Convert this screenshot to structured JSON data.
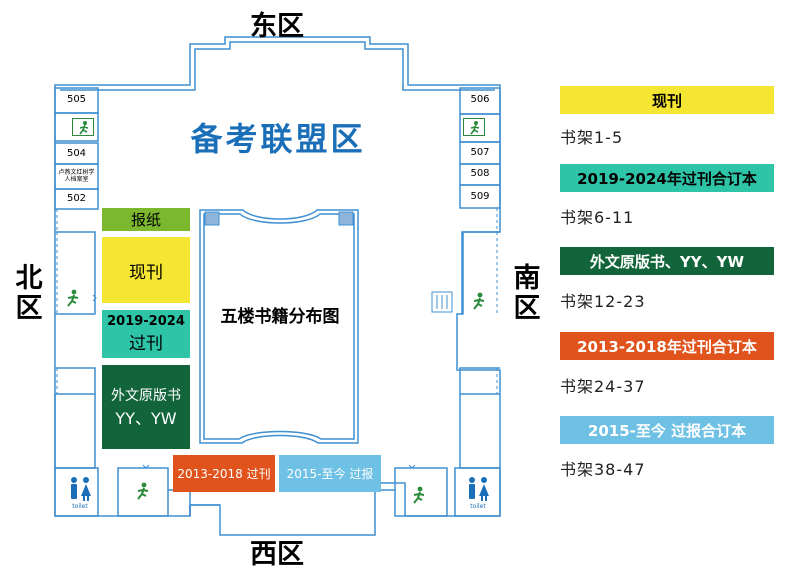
{
  "directions": {
    "east": "东区",
    "west": "西区",
    "north_chars": [
      "北",
      "区"
    ],
    "south_chars": [
      "南",
      "区"
    ]
  },
  "rooms": {
    "r505": "505",
    "r504": "504",
    "r502": "502",
    "r506": "506",
    "r507": "507",
    "r508": "508",
    "r509": "509",
    "archive": "卢燕文红树学人档案室"
  },
  "main_title": "备考联盟区",
  "center_title": "五楼书籍分布图",
  "zones": {
    "newspaper": "报纸",
    "current": "现刊",
    "past_years": "2019-2024",
    "past_label": "过刊",
    "foreign_line1": "外文原版书",
    "foreign_line2": "YY、YW",
    "past_2013": "2013-2018 过刊",
    "news_2015": "2015-至今 过报"
  },
  "toilet_label": "toilet",
  "legend": [
    {
      "label": "现刊",
      "shelves": "书架1-5",
      "color": "#f5e633",
      "text_color": "#000000"
    },
    {
      "label": "2019-2024年过刊合订本",
      "shelves": "书架6-11",
      "color": "#2ec4a8",
      "text_color": "#000000"
    },
    {
      "label": "外文原版书、YY、YW",
      "shelves": "书架12-23",
      "color": "#12653a",
      "text_color": "#ffffff"
    },
    {
      "label": "2013-2018年过刊合订本",
      "shelves": "书架24-37",
      "color": "#e0531c",
      "text_color": "#ffffff"
    },
    {
      "label": "2015-至今 过报合订本",
      "shelves": "书架38-47",
      "color": "#6ec1e4",
      "text_color": "#ffffff"
    }
  ],
  "colors": {
    "wall": "#3f8fd2",
    "title_blue": "#1a6fb8",
    "green_zone": "#7bb82e",
    "yellow": "#f5e633",
    "teal": "#2ec4a8",
    "dark_green": "#12653a",
    "orange": "#e0531c",
    "light_blue": "#6ec1e4",
    "exit_green": "#2a8a3a"
  }
}
